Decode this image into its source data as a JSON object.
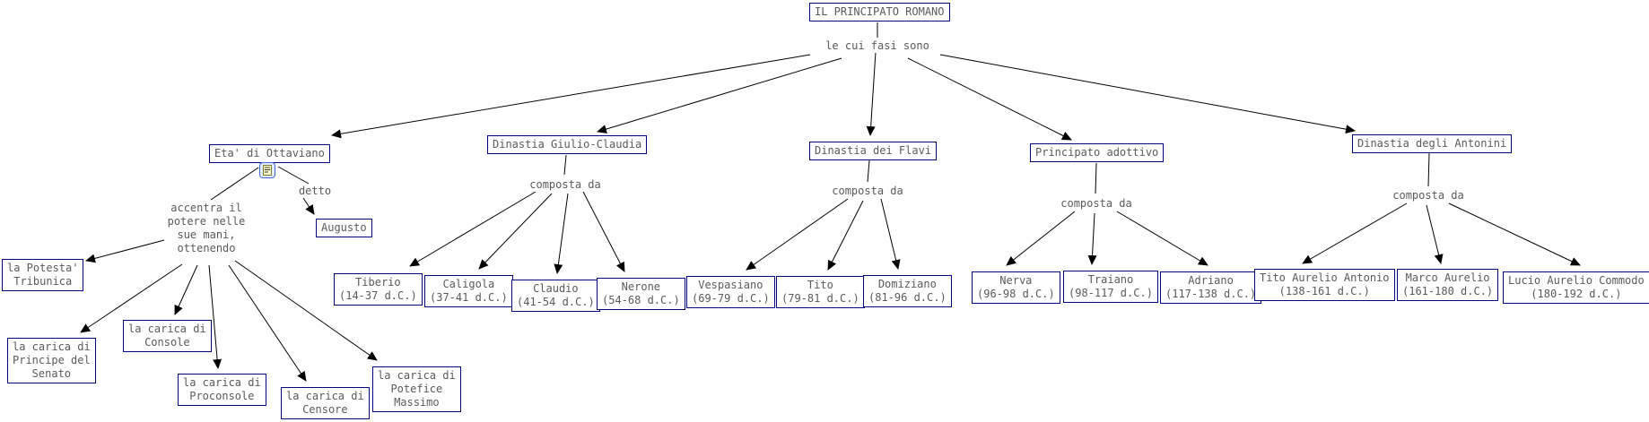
{
  "root": {
    "label": "IL PRINCIPATO ROMANO",
    "link": "le cui fasi sono"
  },
  "ottaviano": {
    "label": "Eta' di Ottaviano",
    "note_icon": "note-attachment-icon",
    "link_detto": "detto",
    "augusto": {
      "label": "Augusto"
    },
    "link_accentra": "accentra il\npotere nelle\nsue mani,\nottenendo",
    "cariche": [
      {
        "label": "la Potesta'\nTribunica"
      },
      {
        "label": "la carica di\nPrincipe del\nSenato"
      },
      {
        "label": "la carica di\nConsole"
      },
      {
        "label": "la carica di\nProconsole"
      },
      {
        "label": "la carica di\nCensore"
      },
      {
        "label": "la carica di\nPotefice\nMassimo"
      }
    ]
  },
  "dinastie": [
    {
      "label": "Dinastia Giulio-Claudia",
      "link": "composta da",
      "members": [
        {
          "label": "Tiberio\n(14-37 d.C.)"
        },
        {
          "label": "Caligola\n(37-41 d.C.)"
        },
        {
          "label": "Claudio\n(41-54 d.C.)"
        },
        {
          "label": "Nerone\n(54-68 d.C.)"
        }
      ]
    },
    {
      "label": "Dinastia dei Flavi",
      "link": "composta da",
      "members": [
        {
          "label": "Vespasiano\n(69-79 d.C.)"
        },
        {
          "label": "Tito\n(79-81 d.C.)"
        },
        {
          "label": "Domiziano\n(81-96 d.C.)"
        }
      ]
    },
    {
      "label": "Principato adottivo",
      "link": "composta da",
      "members": [
        {
          "label": "Nerva\n(96-98 d.C.)"
        },
        {
          "label": "Traiano\n(98-117 d.C.)"
        },
        {
          "label": "Adriano\n(117-138 d.C.)"
        }
      ]
    },
    {
      "label": "Dinastia degli Antonini",
      "link": "composta da",
      "members": [
        {
          "label": "Tito Aurelio Antonio\n(138-161 d.C.)"
        },
        {
          "label": "Marco Aurelio\n(161-180 d.C.)"
        },
        {
          "label": "Lucio Aurelio Commodo\n(180-192 d.C.)"
        }
      ]
    }
  ],
  "colors": {
    "node_border": "#000080",
    "node_text": "#5a5a5a",
    "link_text": "#5a5a5a",
    "arrow": "#000000",
    "icon_frame": "#4169e1",
    "icon_page": "#ffffcc"
  }
}
